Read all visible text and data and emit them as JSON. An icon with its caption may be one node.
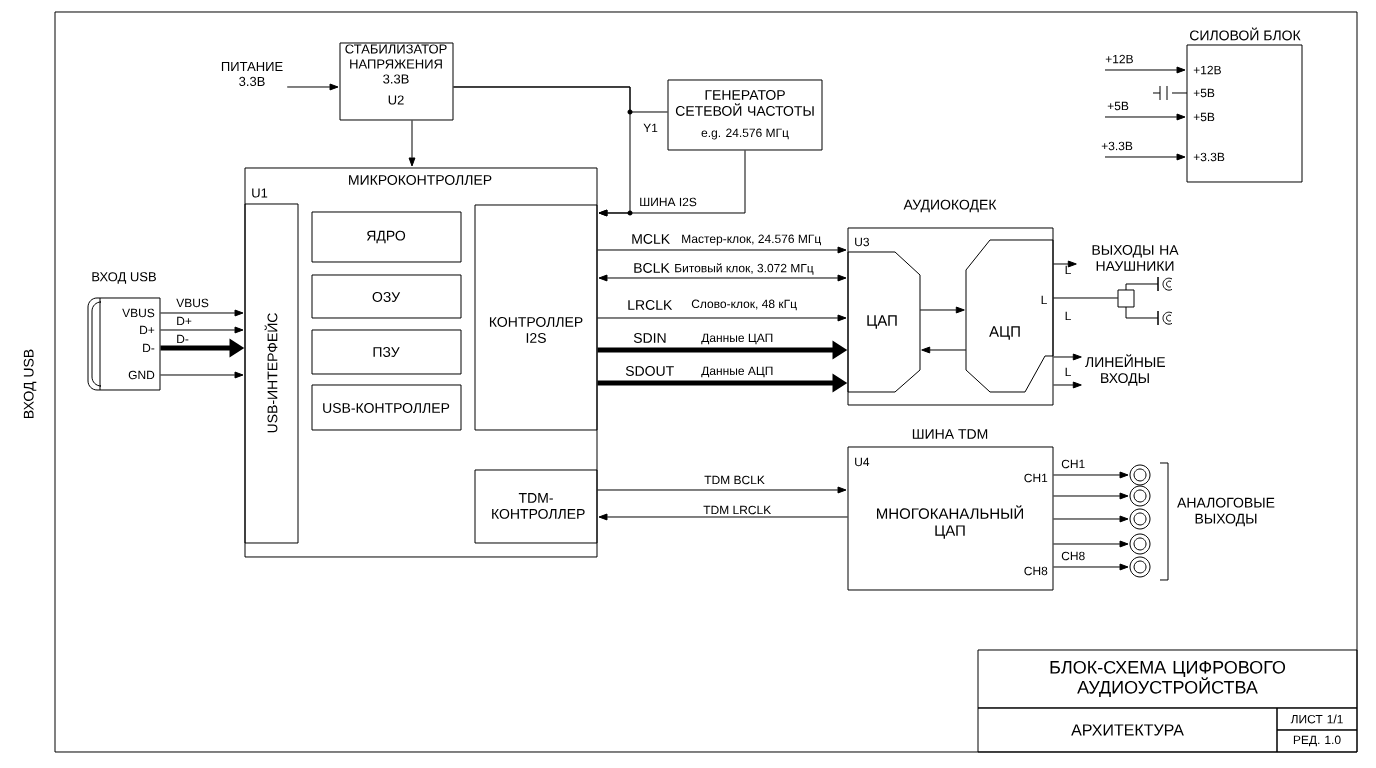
{
  "diagram": {
    "nodes": [
      {
        "text": [
          "ВХОД USB",
          "VBUS",
          "D+",
          "D-",
          "GND"
        ]
      },
      {
        "text": [
          "МИКРОКОНТРОЛЛЕР",
          "U1"
        ]
      },
      {
        "text": [
          "USB-ИНТЕРФЕЙС"
        ],
        "in": 1
      },
      {
        "text": [
          "ЯДРО"
        ],
        "in": 1
      },
      {
        "text": [
          "ОЗУ"
        ],
        "in": 1
      },
      {
        "text": [
          "ПЗУ"
        ],
        "in": 1
      },
      {
        "text": [
          "USB-КОНТРОЛЛЕР"
        ],
        "in": 1
      },
      {
        "text": [
          "КОНТРОЛЛЕР I2S"
        ],
        "in": 1
      },
      {
        "text": [
          "TDM- КОНТРОЛЛЕР"
        ],
        "in": 1
      },
      {
        "text": [
          "СТАБИЛИЗАТОР НАПРЯЖЕНИЯ 3.3В",
          "U2"
        ]
      },
      {
        "text": [
          "ПИТАНИЕ 3.3В"
        ]
      },
      {
        "text": [
          "ГЕНЕРАТОР СЕТЕВОЙ ЧАСТОТЫ",
          "e.g. 24.576 МГц"
        ],
        "beside": [
          "Y1"
        ]
      },
      {
        "text": [
          "АУДИОКОДЕК",
          "U3"
        ]
      },
      {
        "text": [
          "ЦАП"
        ],
        "in": 12
      },
      {
        "text": [
          "АЦП"
        ],
        "in": 12
      },
      {
        "text": [
          "ВЫХОДЫ НА НАУШНИКИ"
        ]
      },
      {
        "text": [
          "ЛИНЕЙНЫЕ ВХОДЫ"
        ]
      },
      {
        "text": [],
        "shape": "picture"
      },
      {
        "text": [
          "ШИНА TDM",
          "U4",
          "МНОГОКАНАЛЬНЫЙ ЦАП",
          "CH1",
          "CH8"
        ]
      },
      {
        "text": [],
        "shape": "circle"
      },
      {
        "text": [],
        "shape": "circle"
      },
      {
        "text": [],
        "shape": "circle"
      },
      {
        "text": [],
        "shape": "circle"
      },
      {
        "text": [],
        "shape": "circle"
      },
      {
        "text": [
          "СИЛОВОЙ БЛОК",
          "+12В",
          "+5В",
          "+5В",
          "+3.3В"
        ]
      }
    ],
    "edges": [
      {
        "from": 0,
        "to": 2,
        "arrow": "to",
        "label": "VBUS"
      },
      {
        "from": 0,
        "to": 2,
        "arrow": "to",
        "label": "D+"
      },
      {
        "from": 0,
        "to": 2,
        "arrow": "to",
        "label": "D-",
        "style": "thick"
      },
      {
        "from": 0,
        "to": 2,
        "arrow": "to"
      },
      {
        "from": 10,
        "to": 9,
        "arrow": "to"
      },
      {
        "from": 9,
        "to": 1,
        "arrow": "to"
      },
      {
        "from": 9,
        "to": 11,
        "arrow": "none"
      },
      {
        "from": 11,
        "to": 7,
        "arrow": "to",
        "label": "ШИНА I2S"
      },
      {
        "from": 9,
        "to": 7,
        "arrow": "to"
      },
      {
        "from": 7,
        "to": 12,
        "arrow": "to",
        "label": "MCLK"
      },
      {
        "from": 7,
        "to": 12,
        "arrow": "both",
        "label": "BCLK"
      },
      {
        "from": 7,
        "to": 12,
        "arrow": "to",
        "label": "LRCLK"
      },
      {
        "from": 7,
        "to": 12,
        "arrow": "to",
        "label": "SDIN",
        "style": "thick"
      },
      {
        "from": 7,
        "to": 12,
        "arrow": "to",
        "label": "SDOUT",
        "style": "thick"
      },
      {
        "from": 13,
        "to": 14,
        "arrow": "to"
      },
      {
        "from": 14,
        "to": 13,
        "arrow": "to"
      },
      {
        "from": 12,
        "to": 15,
        "arrow": "to"
      },
      {
        "from": 12,
        "to": 17,
        "arrow": "none"
      },
      {
        "from": 12,
        "to": 16,
        "arrow": "to"
      },
      {
        "from": 12,
        "to": 16,
        "arrow": "to"
      },
      {
        "from": 8,
        "to": 18,
        "arrow": "to",
        "label": "TDM BCLK"
      },
      {
        "from": 18,
        "to": 8,
        "arrow": "to",
        "label": "TDM LRCLK"
      },
      {
        "from": 18,
        "to": 19,
        "arrow": "to",
        "label": "CH1"
      },
      {
        "from": 18,
        "to": 20,
        "arrow": "to"
      },
      {
        "from": 18,
        "to": 21,
        "arrow": "to"
      },
      {
        "from": 18,
        "to": 22,
        "arrow": "to"
      },
      {
        "from": 18,
        "to": 23,
        "arrow": "to",
        "label": "CH8"
      },
      {
        "from": null,
        "to": 24,
        "arrow": "to",
        "label": "+12В"
      },
      {
        "from": null,
        "to": 24,
        "arrow": "to",
        "label": "+5В"
      },
      {
        "from": null,
        "to": 24,
        "arrow": "to",
        "label": "+3.3В"
      }
    ],
    "labels": [
      "ВХОД USB",
      "Мастер-клок, 24.576 МГц",
      "Битовый клок, 3.072 МГц",
      "Слово-клок, 48 кГц",
      "Данные ЦАП",
      "Данные АЦП",
      "L",
      "L",
      "L",
      "L",
      "АНАЛОГОВЫЕ ВЫХОДЫ",
      "БЛОК-СХЕМА ЦИФРОВОГО АУДИОУСТРОЙСТВА",
      "АРХИТЕКТУРА",
      "ЛИСТ 1/1",
      "РЕД. 1.0"
    ]
  }
}
